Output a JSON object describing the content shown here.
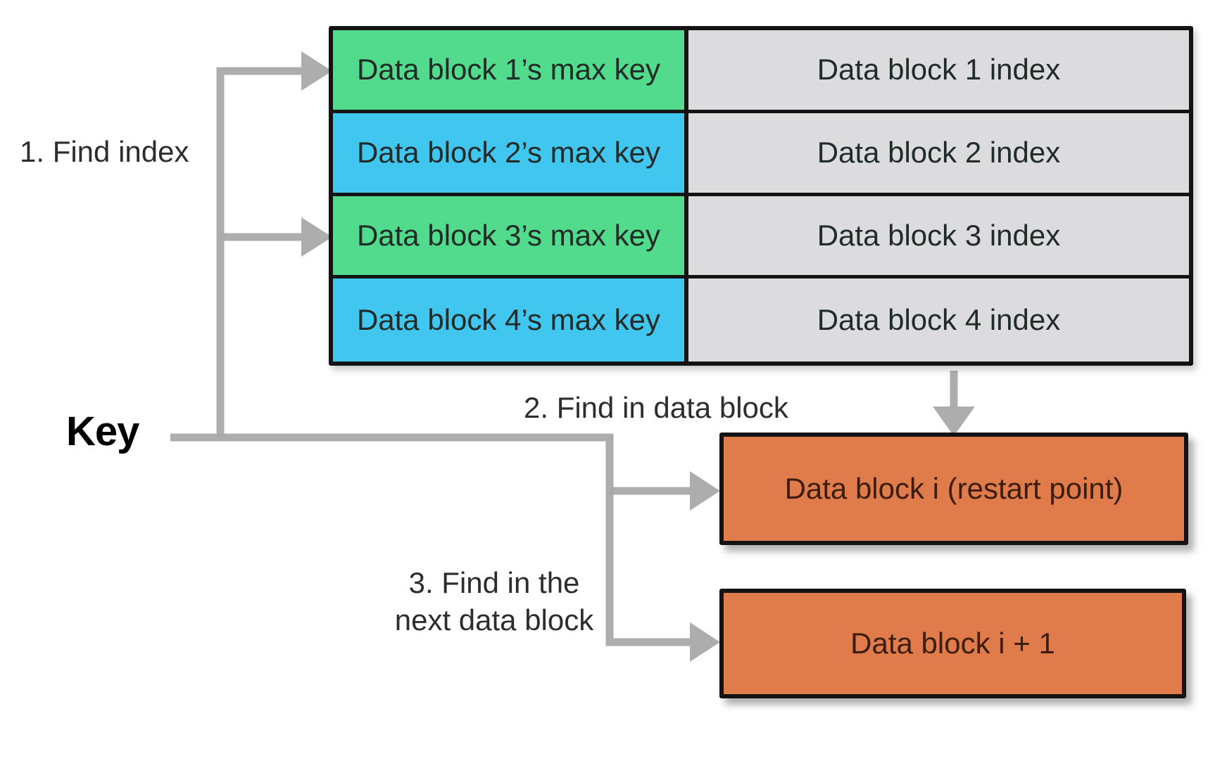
{
  "diagram": {
    "key_label": "Key",
    "steps": {
      "step1": "1. Find index",
      "step2": "2. Find in data block",
      "step3_line1": "3. Find in the",
      "step3_line2": "next data block"
    },
    "index_table": {
      "rows": [
        {
          "max_key": "Data block 1’s max key",
          "index": "Data block 1 index",
          "max_key_color": "#52da8d"
        },
        {
          "max_key": "Data block 2’s max key",
          "index": "Data block 2 index",
          "max_key_color": "#40c6ef"
        },
        {
          "max_key": "Data block 3’s max key",
          "index": "Data block 3 index",
          "max_key_color": "#52da8d"
        },
        {
          "max_key": "Data block 4’s max key",
          "index": "Data block 4 index",
          "max_key_color": "#40c6ef"
        }
      ]
    },
    "data_blocks": {
      "block_i": "Data block i (restart point)",
      "block_i_plus_1": "Data block i + 1"
    },
    "colors": {
      "green": "#52da8d",
      "blue": "#40c6ef",
      "gray_cell": "#dcdcde",
      "orange": "#e07b4b",
      "arrow": "#a9a9a9",
      "border": "#131313"
    }
  }
}
